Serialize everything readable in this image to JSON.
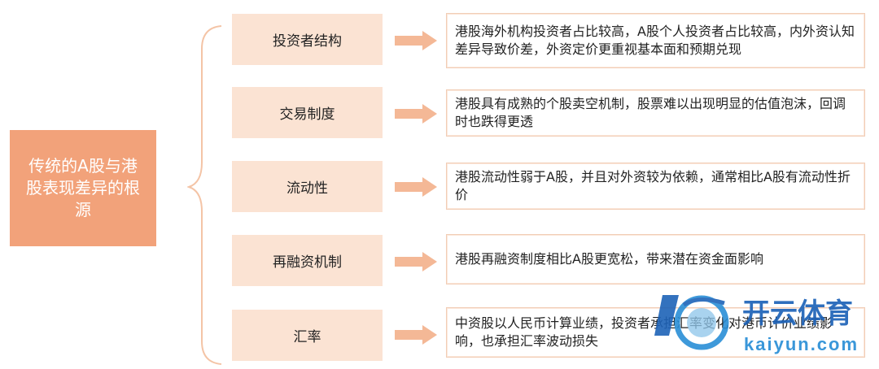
{
  "root": {
    "label": "传统的A股与港股表现差异的根源"
  },
  "rows": [
    {
      "category": "投资者结构",
      "description": "港股海外机构投资者占比较高，A股个人投资者占比较高，内外资认知差异导致价差，外资定价更重视基本面和预期兑现"
    },
    {
      "category": "交易制度",
      "description": "港股具有成熟的个股卖空机制，股票难以出现明显的估值泡沫，回调时也跌得更透"
    },
    {
      "category": "流动性",
      "description": "港股流动性弱于A股，并且对外资较为依赖，通常相比A股有流动性折价"
    },
    {
      "category": "再融资机制",
      "description": "港股再融资制度相比A股更宽松，带来潜在资金面影响"
    },
    {
      "category": "汇率",
      "description": "中资股以人民币计算业绩，投资者承担汇率变化对港币计价业绩影响，也承担汇率波动损失"
    }
  ],
  "watermark": {
    "brand_cn": "开云体育",
    "brand_en": "kaiyun.com"
  },
  "colors": {
    "root_fill": "#f2a27a",
    "category_fill": "#fbe3d3",
    "arrow_fill": "#f4b896",
    "brace_stroke": "#f4c4a6",
    "desc_border": "#f1cdb6"
  }
}
